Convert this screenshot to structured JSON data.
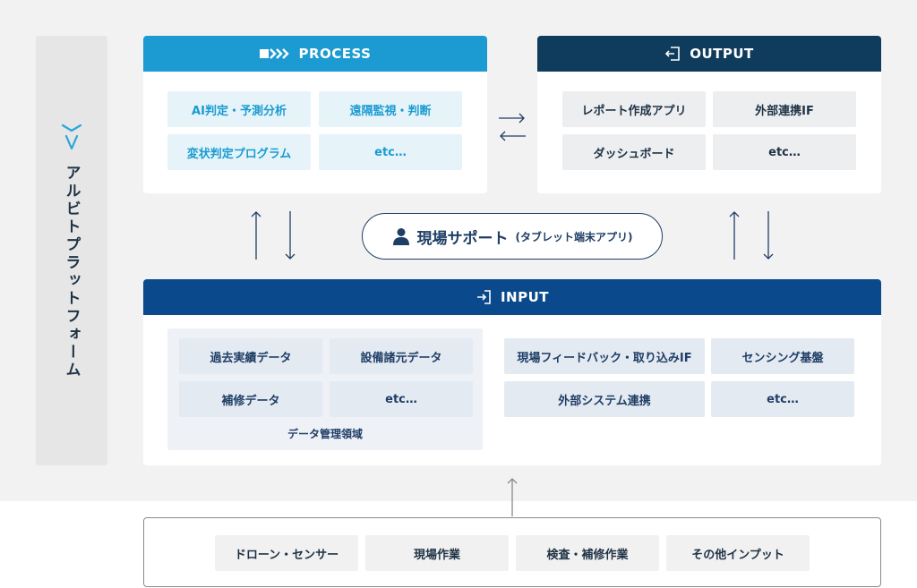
{
  "platform": {
    "title": "アルビトプラットフォーム",
    "logo": "albit-logo-icon"
  },
  "process": {
    "title": "PROCESS",
    "icon": "forward-chevrons-icon",
    "items": [
      "AI判定・予測分析",
      "遠隔監視・判断",
      "変状判定プログラム",
      "etc…"
    ]
  },
  "output": {
    "title": "OUTPUT",
    "icon": "export-icon",
    "items": [
      "レポート作成アプリ",
      "外部連携IF",
      "ダッシュボード",
      "etc…"
    ]
  },
  "support": {
    "main": "現場サポート",
    "sub": "(タブレット端末アプリ)",
    "icon": "person-icon"
  },
  "input": {
    "title": "INPUT",
    "icon": "import-icon",
    "data_area": {
      "label": "データ管理領域",
      "items": [
        "過去実績データ",
        "設備諸元データ",
        "補修データ",
        "etc…"
      ]
    },
    "items": [
      "現場フィードバック・取り込みIF",
      "センシング基盤",
      "外部システム連携",
      "etc…"
    ]
  },
  "sources": {
    "items": [
      "ドローン・センサー",
      "現場作業",
      "検査・補修作業",
      "その他インプット"
    ]
  },
  "colors": {
    "process": "#1b9bd1",
    "output": "#0f3b5c",
    "input": "#0a4a8c",
    "text_dark": "#1f3245"
  }
}
